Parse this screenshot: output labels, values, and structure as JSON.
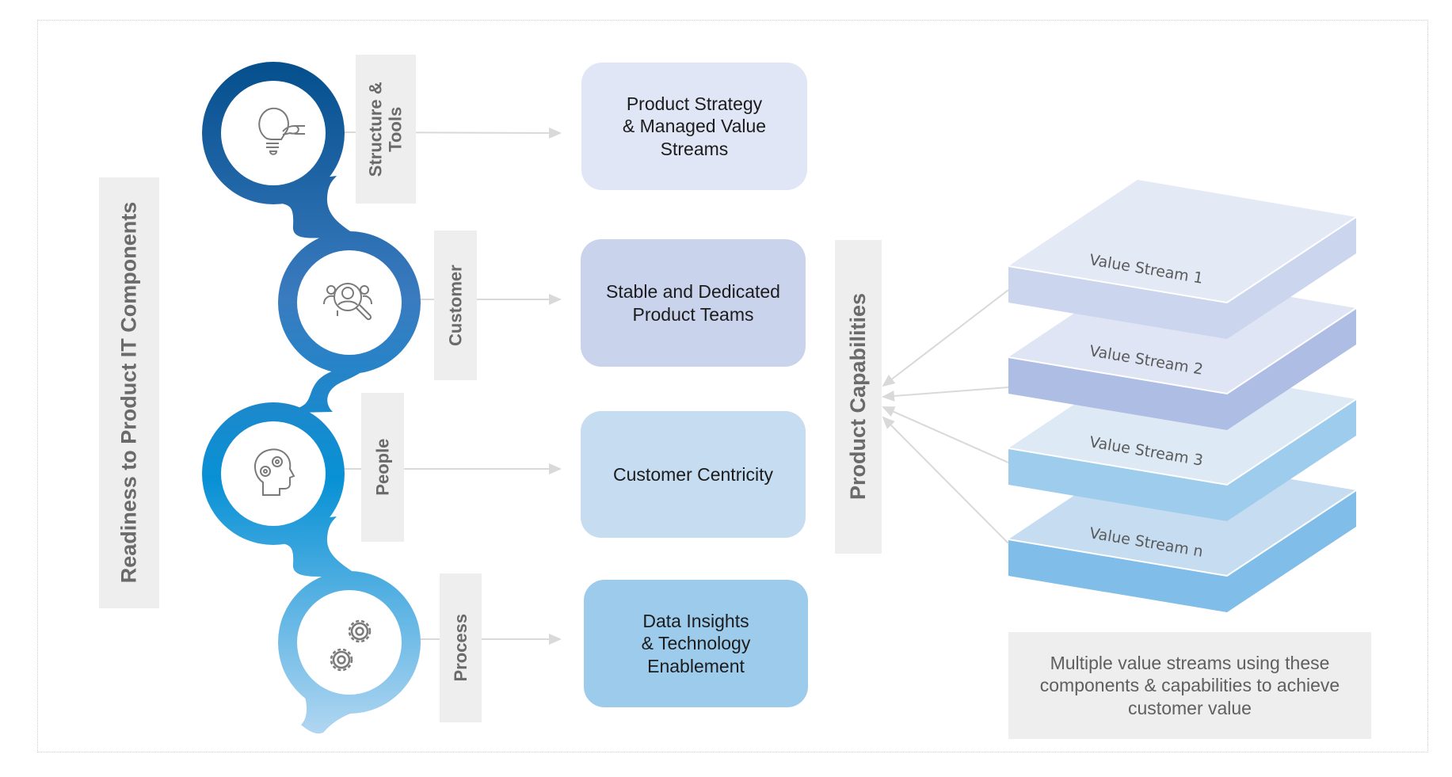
{
  "title_label": "Readiness to Product IT Components",
  "components": [
    {
      "label": "Structure & Tools",
      "label_lines": [
        "Structure &",
        "Tools"
      ],
      "icon": "lightbulb-idea-icon",
      "outcome": [
        "Product Strategy",
        "& Managed Value",
        "Streams"
      ],
      "outcome_bg": "#e0e6f5"
    },
    {
      "label": "Customer",
      "label_lines": [
        "Customer"
      ],
      "icon": "customer-search-icon",
      "outcome": [
        "Stable and Dedicated",
        "Product Teams"
      ],
      "outcome_bg": "#c9d4ec"
    },
    {
      "label": "People",
      "label_lines": [
        "People"
      ],
      "icon": "head-gears-icon",
      "outcome": [
        "Customer Centricity"
      ],
      "outcome_bg": "#c6dcf0"
    },
    {
      "label": "Process",
      "label_lines": [
        "Process"
      ],
      "icon": "gears-icon",
      "outcome": [
        "Data Insights",
        "& Technology",
        "Enablement"
      ],
      "outcome_bg": "#9dcbec"
    }
  ],
  "capabilities_label": "Product Capabilities",
  "value_streams": [
    {
      "label": "Value Stream 1",
      "top": "#e4e9f6",
      "side": "#cbd5ee"
    },
    {
      "label": "Value Stream 2",
      "top": "#dfe5f4",
      "side": "#aebde3"
    },
    {
      "label": "Value Stream 3",
      "top": "#dde9f4",
      "side": "#9dccec"
    },
    {
      "label": "Value Stream n",
      "top": "#c6dcf0",
      "side": "#80bde8"
    }
  ],
  "note": "Multiple value streams using these components & capabilities to achieve customer value",
  "colors": {
    "chain_top": "#054f8d",
    "chain_mid": "#2f7abf",
    "chain_lower": "#0891d5",
    "chain_bottom": "#b3d7f2",
    "label_bg": "#eeeeee",
    "connector": "#d9d9d9",
    "icon_stroke": "#7a7a7a"
  }
}
